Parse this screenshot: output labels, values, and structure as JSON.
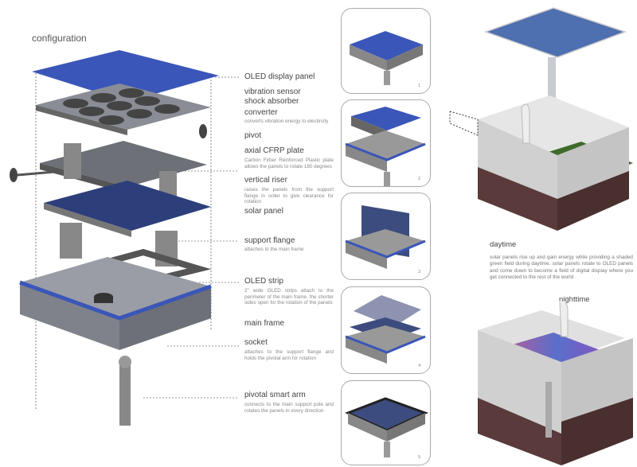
{
  "title": "configuration",
  "components": [
    {
      "label": "OLED display panel"
    },
    {
      "label": "vibration sensor"
    },
    {
      "label": "shock absorber"
    },
    {
      "label": "converter",
      "desc": "converts vibration energy to electircity"
    },
    {
      "label": "pivot"
    },
    {
      "label": "axial CFRP plate",
      "desc": "Carbon Firber Reinforced Plastic plate allows the panels to rotate 180 degrees"
    },
    {
      "label": "vertical riser",
      "desc": "raises the panels from the support flange in order to give clearance for rotation"
    },
    {
      "label": "solar panel"
    },
    {
      "label": "support flange",
      "desc": "attaches to the main frame"
    },
    {
      "label": "OLED strip",
      "desc": "2\" wide OLED strips attach to the perimeter of the main frame. the shorter sides open for the rotation of the panels"
    },
    {
      "label": "main frame"
    },
    {
      "label": "socket",
      "desc": "attaches to the support flange and holds the pivotal arm for rotation"
    },
    {
      "label": "pivotal smart arm",
      "desc": "connects to the main support pole and rotates the panels in every direction"
    }
  ],
  "steps": [
    "1",
    "2",
    "3",
    "4",
    "5"
  ],
  "daytime": {
    "title": "daytime",
    "desc": "solar panels rise up and gain energy while providing a shaded green field during daytime. solar panels rotate to OLED panels and come down to become a field of digital display where you get connected to the rest of the world"
  },
  "nighttime": {
    "title": "nighttime"
  },
  "colors": {
    "oled_blue": "#3a56b8",
    "metal": "#8a8d95",
    "soil": "#5a3a3a",
    "grass": "#3f6b2a"
  }
}
